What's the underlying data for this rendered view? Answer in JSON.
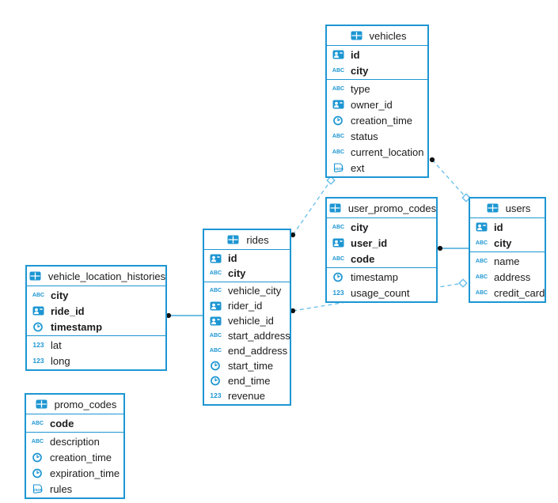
{
  "diagram": {
    "background": "#ffffff",
    "accent": "#1d96d2",
    "dashed_line_color": "#66bde9",
    "endpoint_dot_color": "#111111",
    "text_color": "#1b1b1d"
  },
  "icon_glyphs": {
    "text": "ABC",
    "integer": "123",
    "json": "JSON"
  },
  "tables": [
    {
      "name": "vehicles",
      "columns": [
        {
          "name": "id",
          "icon": "uuid-icon",
          "pk": true
        },
        {
          "name": "city",
          "icon": "text-icon",
          "pk": true
        },
        {
          "name": "type",
          "icon": "text-icon",
          "pk": false
        },
        {
          "name": "owner_id",
          "icon": "uuid-icon",
          "pk": false
        },
        {
          "name": "creation_time",
          "icon": "timestamp-icon",
          "pk": false
        },
        {
          "name": "status",
          "icon": "text-icon",
          "pk": false
        },
        {
          "name": "current_location",
          "icon": "text-icon",
          "pk": false
        },
        {
          "name": "ext",
          "icon": "json-icon",
          "pk": false
        }
      ]
    },
    {
      "name": "user_promo_codes",
      "columns": [
        {
          "name": "city",
          "icon": "text-icon",
          "pk": true
        },
        {
          "name": "user_id",
          "icon": "uuid-icon",
          "pk": true
        },
        {
          "name": "code",
          "icon": "text-icon",
          "pk": true
        },
        {
          "name": "timestamp",
          "icon": "timestamp-icon",
          "pk": false
        },
        {
          "name": "usage_count",
          "icon": "integer-icon",
          "pk": false
        }
      ]
    },
    {
      "name": "users",
      "columns": [
        {
          "name": "id",
          "icon": "uuid-icon",
          "pk": true
        },
        {
          "name": "city",
          "icon": "text-icon",
          "pk": true
        },
        {
          "name": "name",
          "icon": "text-icon",
          "pk": false
        },
        {
          "name": "address",
          "icon": "text-icon",
          "pk": false
        },
        {
          "name": "credit_card",
          "icon": "text-icon",
          "pk": false
        }
      ]
    },
    {
      "name": "rides",
      "columns": [
        {
          "name": "id",
          "icon": "uuid-icon",
          "pk": true
        },
        {
          "name": "city",
          "icon": "text-icon",
          "pk": true
        },
        {
          "name": "vehicle_city",
          "icon": "text-icon",
          "pk": false
        },
        {
          "name": "rider_id",
          "icon": "uuid-icon",
          "pk": false
        },
        {
          "name": "vehicle_id",
          "icon": "uuid-icon",
          "pk": false
        },
        {
          "name": "start_address",
          "icon": "text-icon",
          "pk": false
        },
        {
          "name": "end_address",
          "icon": "text-icon",
          "pk": false
        },
        {
          "name": "start_time",
          "icon": "timestamp-icon",
          "pk": false
        },
        {
          "name": "end_time",
          "icon": "timestamp-icon",
          "pk": false
        },
        {
          "name": "revenue",
          "icon": "integer-icon",
          "pk": false
        }
      ]
    },
    {
      "name": "vehicle_location_histories",
      "columns": [
        {
          "name": "city",
          "icon": "text-icon",
          "pk": true
        },
        {
          "name": "ride_id",
          "icon": "uuid-icon",
          "pk": true
        },
        {
          "name": "timestamp",
          "icon": "timestamp-icon",
          "pk": true
        },
        {
          "name": "lat",
          "icon": "integer-icon",
          "pk": false
        },
        {
          "name": "long",
          "icon": "integer-icon",
          "pk": false
        }
      ]
    },
    {
      "name": "promo_codes",
      "columns": [
        {
          "name": "code",
          "icon": "text-icon",
          "pk": true
        },
        {
          "name": "description",
          "icon": "text-icon",
          "pk": false
        },
        {
          "name": "creation_time",
          "icon": "timestamp-icon",
          "pk": false
        },
        {
          "name": "expiration_time",
          "icon": "timestamp-icon",
          "pk": false
        },
        {
          "name": "rules",
          "icon": "json-icon",
          "pk": false
        }
      ]
    }
  ],
  "relations": [
    {
      "from": "vehicle_location_histories",
      "to": "rides",
      "style": "solid",
      "points": [
        213,
        399,
        257,
        399
      ],
      "start_marker": "dot",
      "end_marker": "none"
    },
    {
      "from": "user_promo_codes",
      "to": "users",
      "style": "solid",
      "points": [
        556,
        314,
        593,
        314
      ],
      "start_marker": "dot",
      "end_marker": "none"
    },
    {
      "from": "vehicles",
      "to": "users",
      "style": "dashed",
      "points": [
        546,
        202,
        589,
        250
      ],
      "start_marker": "dot",
      "end_marker": "diamond"
    },
    {
      "from": "rides",
      "to": "vehicles",
      "style": "dashed",
      "points": [
        370,
        297,
        418,
        228
      ],
      "start_marker": "dot",
      "end_marker": "diamond"
    },
    {
      "from": "rides",
      "to": "users",
      "style": "dashed",
      "points": [
        370,
        393,
        585,
        358
      ],
      "start_marker": "dot",
      "end_marker": "diamond"
    }
  ]
}
